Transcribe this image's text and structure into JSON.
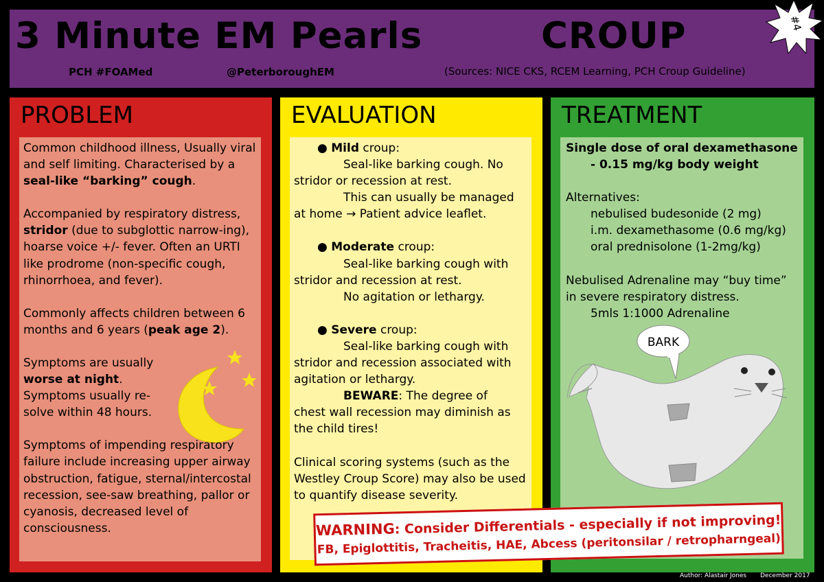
{
  "header": {
    "title": "3 Minute EM Pearls",
    "topic": "CROUP",
    "org": "PCH #FOAMed",
    "handle": "@PeterboroughEM",
    "sources": "(Sources: NICE CKS, RCEM Learning, PCH Croup Guideline)",
    "badge": "#4"
  },
  "problem": {
    "title": "PROBLEM",
    "p1a": "Common childhood illness, Usually viral and self limiting. Characterised by a ",
    "p1b": "seal-like “barking” cough",
    "p1c": ".",
    "p2a": "Accompanied by respiratory distress, ",
    "p2b": "stridor",
    "p2c": " (due to subglottic narrow-ing), hoarse voice +/- fever. Often an URTI like prodrome (non-specific cough, rhinorrhoea, and fever).",
    "p3a": "Commonly affects children between 6 months and 6 years (",
    "p3b": "peak age 2",
    "p3c": ").",
    "p4a": "Symptoms are usually",
    "p4b": "worse at night",
    "p4c": ".",
    "p4d": "Symptoms usually re-",
    "p4e": "solve within 48 hours.",
    "p5": "Symptoms of impending respiratory failure include increasing upper airway obstruction, fatigue, sternal/intercostal recession, see-saw breathing, pallor or cyanosis, decreased level of consciousness."
  },
  "evaluation": {
    "title": "EVALUATION",
    "mild_bold": "Mild",
    "mild_rest": " croup:",
    "mild_1a": "Seal-like barking cough. No",
    "mild_1b": "stridor or recession at rest.",
    "mild_2a": "This can usually be managed",
    "mild_2b": "at home → Patient advice leaflet.",
    "mod_bold": "Moderate",
    "mod_rest": " croup:",
    "mod_1a": "Seal-like barking cough with",
    "mod_1b": "stridor and recession at rest.",
    "mod_2": "No agitation or lethargy.",
    "sev_bold": "Severe",
    "sev_rest": " croup:",
    "sev_1a": "Seal-like barking cough with",
    "sev_1b": "stridor and recession associated with",
    "sev_1c": "agitation or lethargy.",
    "beware_bold": "BEWARE",
    "beware_a": ": The degree of",
    "beware_b": "chest wall recession may diminish as",
    "beware_c": "the child tires!",
    "scoring": "Clinical scoring systems (such as the Westley Croup Score) may also be used to quantify disease severity."
  },
  "treatment": {
    "title": "TREATMENT",
    "dose_1": "Single dose of oral dexamethasone",
    "dose_2": "-  0.15 mg/kg body weight",
    "alt_label": "Alternatives:",
    "alt_1": "nebulised budesonide (2 mg)",
    "alt_2": "i.m. dexamethasome (0.6 mg/kg)",
    "alt_3": "oral prednisolone (1-2mg/kg)",
    "adren_1": "Nebulised Adrenaline may “buy time”",
    "adren_2": "in severe respiratory distress.",
    "adren_3": "5mls 1:1000 Adrenaline",
    "bark": "BARK"
  },
  "warning": {
    "label": "WARNING",
    "line1": ": Consider Differentials - especially if not improving!",
    "line2": "FB, Epiglottitis, Tracheitis, HAE, Abcess (peritonsilar / retropharngeal)"
  },
  "footer": {
    "author": "Author: Alastair Jones",
    "date": "December 2017"
  },
  "colors": {
    "header_bg": "#6b2d7a",
    "problem": "#d02020",
    "evaluation": "#ffea00",
    "treatment": "#33a033",
    "warning": "#c81414"
  }
}
